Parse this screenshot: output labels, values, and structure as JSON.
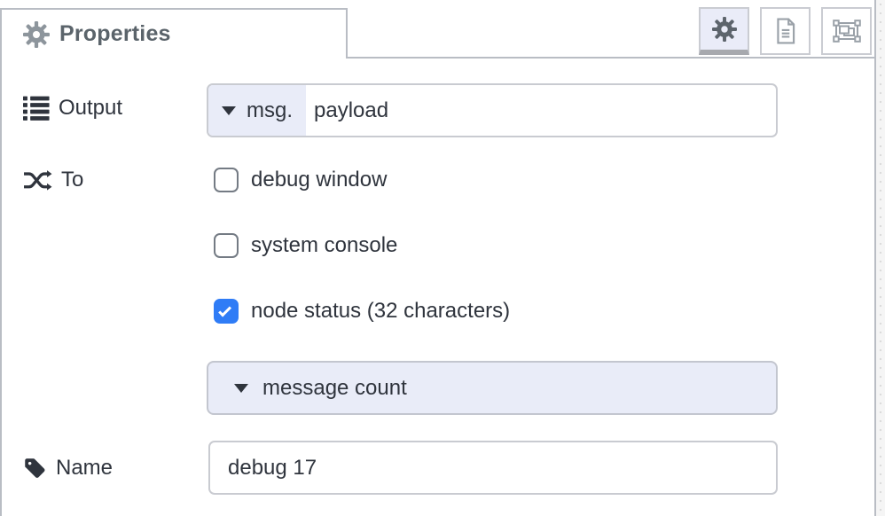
{
  "tab": {
    "label": "Properties",
    "icon": "gear-icon"
  },
  "toolbar": {
    "buttons": [
      {
        "name": "properties",
        "icon": "gear-icon",
        "active": true
      },
      {
        "name": "description",
        "icon": "file-text-icon",
        "active": false
      },
      {
        "name": "appearance",
        "icon": "object-group-icon",
        "active": false
      }
    ]
  },
  "form": {
    "output": {
      "label": "Output",
      "icon": "list-icon",
      "prefix": "msg.",
      "value": "payload"
    },
    "to": {
      "label": "To",
      "icon": "shuffle-icon",
      "options": [
        {
          "label": "debug window",
          "checked": false
        },
        {
          "label": "system console",
          "checked": false
        },
        {
          "label": "node status (32 characters)",
          "checked": true
        }
      ]
    },
    "status": {
      "value": "message count"
    },
    "name": {
      "label": "Name",
      "icon": "tag-icon",
      "value": "debug 17"
    }
  },
  "colors": {
    "accent_lavender": "#e9ecf8",
    "checkbox_checked": "#2f7cf6",
    "panel_border": "#b9bdc4",
    "input_border": "#c9cbd1",
    "text": "#2f343d",
    "header_text": "#5b646b",
    "active_button_bar": "#a7a9ae"
  }
}
